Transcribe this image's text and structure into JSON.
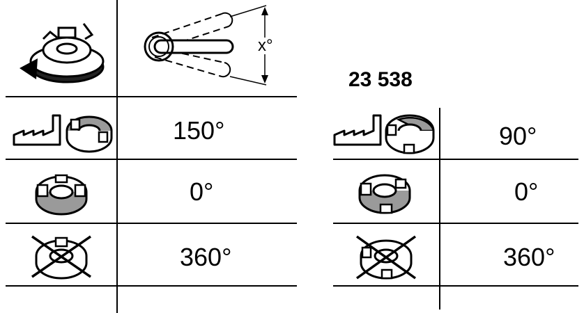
{
  "header": {
    "angle_label": "x°",
    "model_number": "23 538"
  },
  "left_table": {
    "rows": [
      {
        "icon": "factory-setting-icon",
        "value": "150°"
      },
      {
        "icon": "ring-zero-icon",
        "value": "0°"
      },
      {
        "icon": "ring-crossed-icon",
        "value": "360°"
      }
    ]
  },
  "right_table": {
    "rows": [
      {
        "icon": "factory-setting-icon",
        "value": "90°"
      },
      {
        "icon": "ring-zero-icon",
        "value": "0°"
      },
      {
        "icon": "ring-crossed-icon",
        "value": "360°"
      }
    ]
  },
  "colors": {
    "line": "#000000",
    "ring_fill": "#9a9a9a",
    "background": "#ffffff"
  }
}
